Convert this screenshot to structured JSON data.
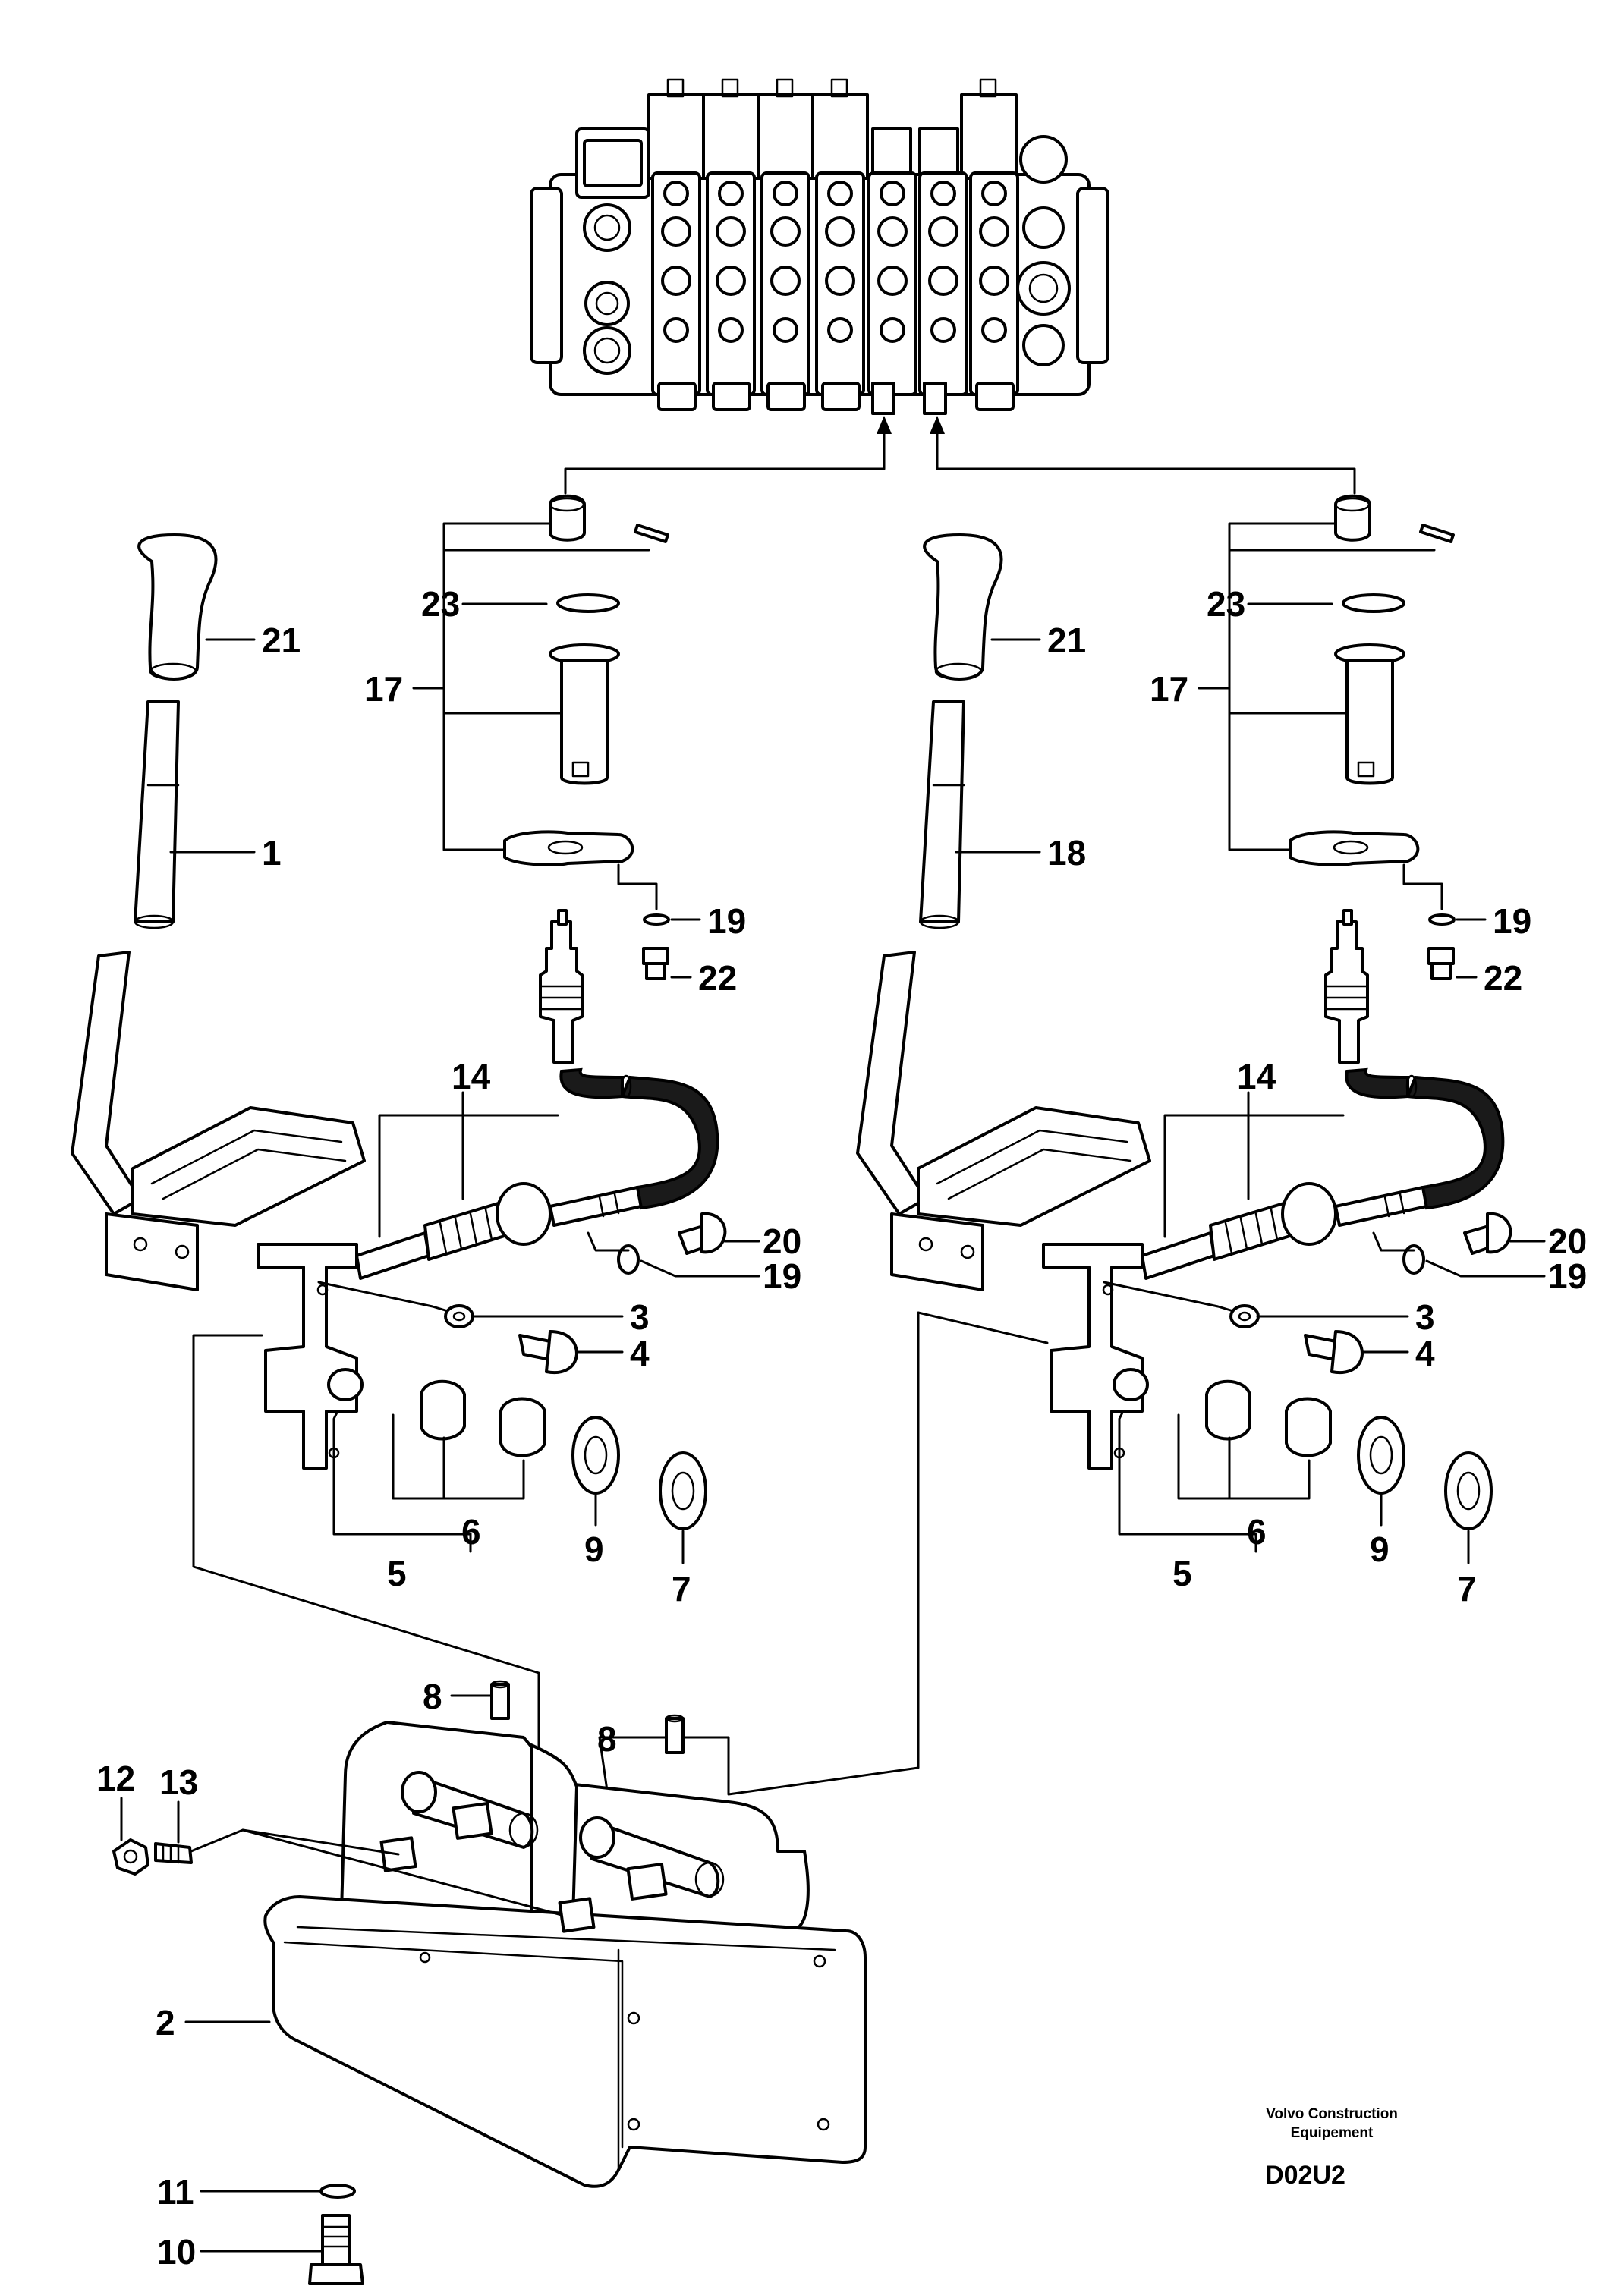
{
  "drawing": {
    "labels_left": {
      "l1": "1",
      "l2": "2",
      "l3": "3",
      "l4": "4",
      "l5": "5",
      "l6": "6",
      "l7": "7",
      "l8a": "8",
      "l8b": "8",
      "l9": "9",
      "l10": "10",
      "l11": "11",
      "l12": "12",
      "l13": "13",
      "l14": "14",
      "l17": "17",
      "l19a": "19",
      "l19b": "19",
      "l20": "20",
      "l21": "21",
      "l22": "22",
      "l23": "23"
    },
    "labels_right": {
      "l3": "3",
      "l4": "4",
      "l5": "5",
      "l6": "6",
      "l7": "7",
      "l9": "9",
      "l14": "14",
      "l17": "17",
      "l18": "18",
      "l19a": "19",
      "l19b": "19",
      "l20": "20",
      "l21": "21",
      "l22": "22",
      "l23": "23"
    },
    "footer": {
      "brand_line1": "Volvo Construction",
      "brand_line2": "Equipement",
      "code": "D02U2"
    }
  }
}
